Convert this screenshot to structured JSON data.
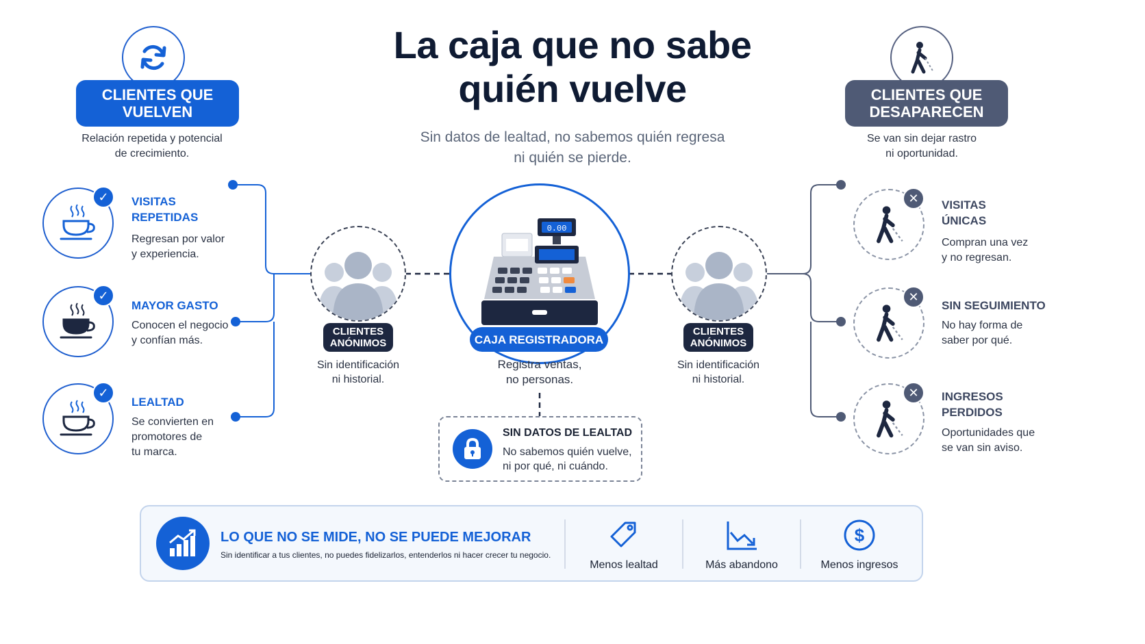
{
  "title_line1": "La caja que no sabe",
  "title_line2": "quién vuelve",
  "subtitle_line1": "Sin datos de lealtad, no sabemos quién regresa",
  "subtitle_line2": "ni quién se pierde.",
  "left": {
    "banner_line1": "CLIENTES QUE",
    "banner_line2": "VUELVEN",
    "desc_line1": "Relación repetida y potencial",
    "desc_line2": "de crecimiento.",
    "items": [
      {
        "title_line1": "VISITAS",
        "title_line2": "REPETIDAS",
        "desc_line1": "Regresan por valor",
        "desc_line2": "y experiencia.",
        "desc_line3": ""
      },
      {
        "title_line1": "MAYOR GASTO",
        "title_line2": "",
        "desc_line1": "Conocen el negocio",
        "desc_line2": "y confían más.",
        "desc_line3": ""
      },
      {
        "title_line1": "LEALTAD",
        "title_line2": "",
        "desc_line1": "Se convierten en",
        "desc_line2": "promotores de",
        "desc_line3": "tu marca."
      }
    ]
  },
  "right": {
    "banner_line1": "CLIENTES QUE",
    "banner_line2": "DESAPARECEN",
    "desc_line1": "Se van sin dejar rastro",
    "desc_line2": "ni oportunidad.",
    "items": [
      {
        "title_line1": "VISITAS",
        "title_line2": "ÚNICAS",
        "desc_line1": "Compran una vez",
        "desc_line2": "y no regresan."
      },
      {
        "title_line1": "SIN SEGUIMIENTO",
        "title_line2": "",
        "desc_line1": "No hay forma de",
        "desc_line2": "saber por qué."
      },
      {
        "title_line1": "INGRESOS",
        "title_line2": "PERDIDOS",
        "desc_line1": "Oportunidades que",
        "desc_line2": "se van sin aviso."
      }
    ]
  },
  "anon": {
    "label_line1": "CLIENTES",
    "label_line2": "ANÓNIMOS",
    "desc_line1": "Sin identificación",
    "desc_line2": "ni historial."
  },
  "register": {
    "label": "CAJA REGISTRADORA",
    "display": "0.00",
    "desc_line1": "Registra ventas,",
    "desc_line2": "no personas."
  },
  "lock": {
    "title": "SIN DATOS DE LEALTAD",
    "desc_line1": "No sabemos quién vuelve,",
    "desc_line2": "ni por qué, ni cuándo."
  },
  "bottom": {
    "title": "LO QUE NO SE MIDE, NO SE PUEDE MEJORAR",
    "subtitle": "Sin identificar a tus clientes, no puedes fidelizarlos, entenderlos ni hacer crecer tu negocio.",
    "metrics": [
      {
        "icon": "tag-icon",
        "label": "Menos lealtad"
      },
      {
        "icon": "chart-down-icon",
        "label": "Más abandono"
      },
      {
        "icon": "dollar-icon",
        "label": "Menos ingresos"
      }
    ]
  },
  "colors": {
    "primary": "#1461d6",
    "slate": "#4f5a75",
    "navy": "#1d2740"
  },
  "icons": {
    "left_header": "refresh-icon",
    "right_header": "walking-person-icon",
    "left_items": "coffee-cup-icon",
    "right_items": "walking-person-icon",
    "anon": "people-group-icon",
    "register": "cash-register-icon",
    "lock": "lock-icon",
    "bottom": "growth-chart-icon"
  }
}
